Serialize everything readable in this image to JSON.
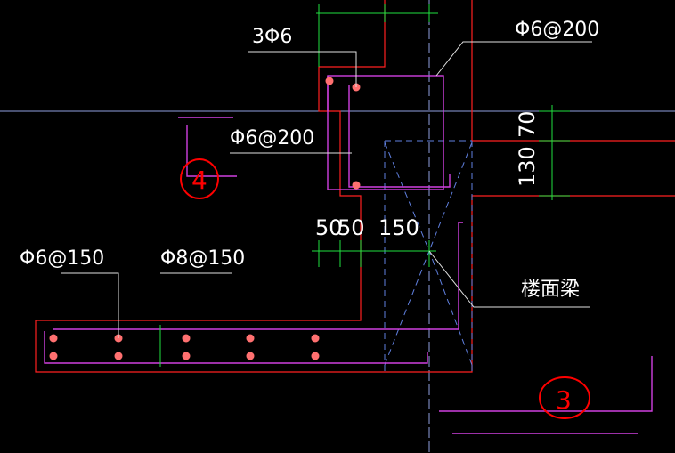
{
  "labels": {
    "top_bar": "3Φ6",
    "top_stirrup": "Φ6@200",
    "mid_stirrup": "Φ6@200",
    "slab_bottom": "Φ6@150",
    "slab_top": "Φ8@150",
    "dim_50a": "50",
    "dim_50b": "50",
    "dim_150": "150",
    "dim_70": "70",
    "dim_130": "130",
    "floor_beam": "楼面梁",
    "mark_4": "4",
    "mark_3": "3"
  },
  "colors": {
    "background": "#000000",
    "outline": "#ff2020",
    "rebar": "#d040e0",
    "dimension": "#20e040",
    "leader": "#e0e0e0",
    "axis": "#90a0e0",
    "rebar_dot": "#ff7070",
    "annotation": "#ff0000"
  }
}
